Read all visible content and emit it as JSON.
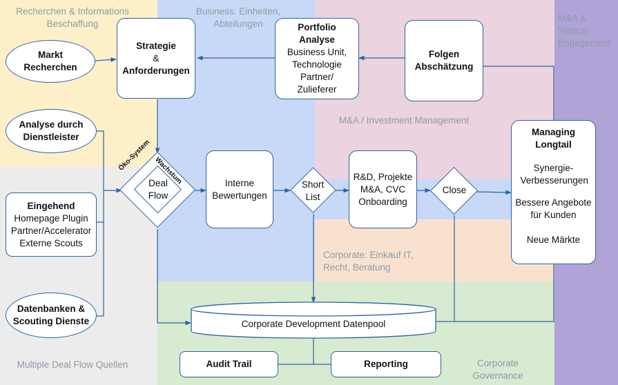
{
  "zones": {
    "research": "Recherchen & Informations Beschaffung",
    "business": "Business: Einheiten, Abteilungen",
    "mna_startup": "M&A & Startup Engagement",
    "mna_investment": "M&A / Investment Management",
    "corporate_it": "Corporate: Einkauf IT, Recht, Beratung",
    "multiple_sources": "Multiple Deal Flow Quellen",
    "governance": "Corporate Governance"
  },
  "nodes": {
    "markt_recherchen": "Markt Recherchen",
    "analyse_dienstleister": "Analyse durch Dienstleister",
    "eingehend_title": "Eingehend",
    "eingehend_lines": [
      "Homepage Plugin",
      "Partner/Accelerator",
      "Externe Scouts"
    ],
    "datenbanken": "Datenbanken & Scouting Dienste",
    "strategie_title": "Strategie",
    "strategie_amp": "&",
    "strategie_sub": "Anforderungen",
    "portfolio_title": "Portfolio Analyse",
    "portfolio_lines": [
      "Business Unit,",
      "Technologie",
      "Partner/",
      "Zulieferer"
    ],
    "folgen": "Folgen Abschätzung",
    "deal_flow": "Deal Flow",
    "oeko_system": "Öko-System",
    "wachstum": "Wachstum",
    "interne_bewertungen": "Interne Bewertungen",
    "short_list": "Short List",
    "rnd_lines": [
      "R&D, Projekte",
      "M&A, CVC",
      "Onboarding"
    ],
    "close": "Close",
    "managing_title": "Managing Longtail",
    "managing_item1": "Synergie-Verbesserungen",
    "managing_item2": "Bessere Angebote für Kunden",
    "managing_item3": "Neue Märkte",
    "datenpool": "Corporate Development Datenpool",
    "audit_trail": "Audit Trail",
    "reporting": "Reporting"
  },
  "colors": {
    "yellow": "#fdf0c9",
    "blue": "#c7d9f6",
    "pink": "#ebd3df",
    "purple": "#b1a3d8",
    "gray": "#ececec",
    "peach": "#f8e2cf",
    "green": "#d8ead0",
    "stroke": "#2b63a3"
  }
}
